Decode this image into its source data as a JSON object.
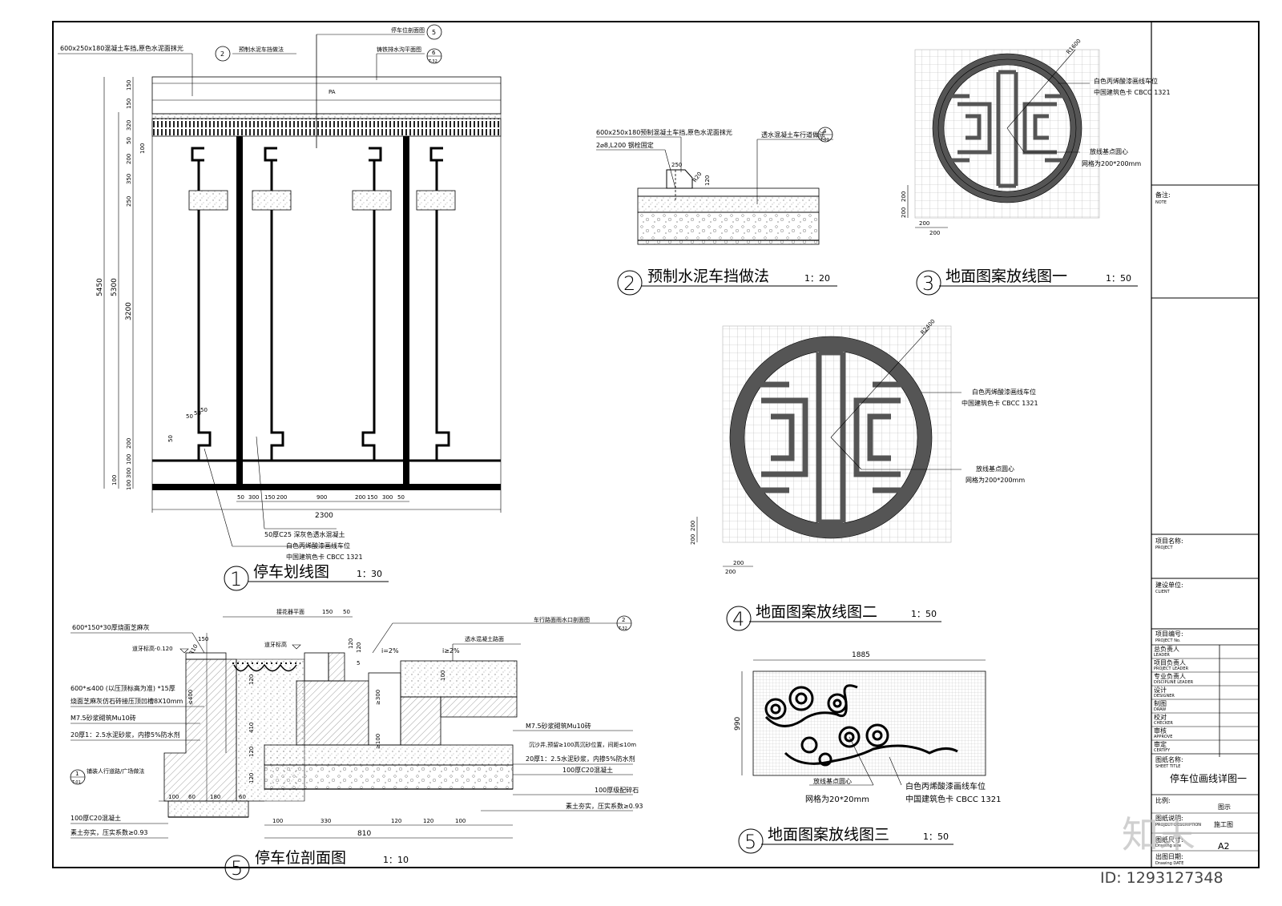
{
  "title_block": {
    "note_label": "备注:",
    "note_en": "NOTE",
    "project_name_label": "项目名称:",
    "project_name_en": "PROJECT",
    "client_label": "建设单位:",
    "client_en": "CLIENT",
    "project_no_label": "项目编号:",
    "project_no_en": "PROJECT No.",
    "rows": [
      {
        "cn": "总负责人",
        "en": "LEADER"
      },
      {
        "cn": "项目负责人",
        "en": "PROJECT LEADER"
      },
      {
        "cn": "专业负责人",
        "en": "DISCIPLINE LEADER"
      },
      {
        "cn": "设计",
        "en": "DESIGNER"
      },
      {
        "cn": "制图",
        "en": "DRAW"
      },
      {
        "cn": "校对",
        "en": "CHECKER"
      },
      {
        "cn": "审核",
        "en": "APPROVE"
      },
      {
        "cn": "审定",
        "en": "CERTIFY"
      }
    ],
    "sheet_title_label": "图纸名称:",
    "sheet_title_en": "SHEET TITLE",
    "sheet_title": "停车位画线详图一",
    "scale_label": "比例:",
    "scale_value": "图示",
    "desc_label": "图纸说明:",
    "desc_en": "PROJECT DESCRIPTION",
    "desc_value": "施工图",
    "size_label": "图纸尺寸:",
    "size_en": "Drawing size",
    "size_value": "A2",
    "date_label": "出图日期:",
    "date_en": "Drawing DATE"
  },
  "drawings": {
    "d1": {
      "num": "1",
      "title": "停车划线图",
      "scale": "1：30",
      "callout_top_left": "600x250x180混凝土车挡,原色水泥面抹光",
      "callout_2": "预制水泥车挡做法",
      "callout_5": "停车位剖面图",
      "callout_6": "铸铁排水沟平面图",
      "ref_6": "6",
      "ref_6_sheet": "T-32",
      "ref_2": "2",
      "ref_5": "5",
      "pa": "PA",
      "dims_vertical_total": "5450",
      "dims_vertical_main": "5300",
      "dims_vertical_inner": "3200",
      "dims_v_top": [
        "150",
        "150",
        "320",
        "50",
        "100",
        "200",
        "350",
        "250"
      ],
      "dims_v_bot": [
        "50",
        "50",
        "50",
        "200",
        "50",
        "100",
        "300",
        "100",
        "100"
      ],
      "dims_horizontal": [
        "50",
        "300",
        "150",
        "200",
        "900",
        "200",
        "150",
        "300",
        "50"
      ],
      "dim_total_w": "2300",
      "note_1": "50厚C25 深灰色透水混凝土",
      "note_2": "白色丙烯酸漆画线车位",
      "note_3": "中国建筑色卡 CBCC 1321"
    },
    "d2": {
      "num": "2",
      "title": "预制水泥车挡做法",
      "scale": "1：20",
      "note_1": "600x250x180预制混凝土车挡,原色水泥面抹光",
      "note_2": "2⌀8,L200 钢栓固定",
      "note_3": "透水混凝土车行道做法",
      "ref_4": "4",
      "ref_4_sheet": "T-01",
      "dims": [
        "250",
        "120",
        "R20"
      ]
    },
    "d3": {
      "num": "3",
      "title": "地面图案放线图一",
      "scale": "1：50",
      "radius": "R1600",
      "note_1": "白色丙烯酸漆画线车位",
      "note_2": "中国建筑色卡 CBCC 1321",
      "note_3": "放线基点圆心",
      "note_4": "网格为200*200mm",
      "dims": [
        "200",
        "200",
        "200",
        "200"
      ]
    },
    "d4": {
      "num": "4",
      "title": "地面图案放线图二",
      "scale": "1：50",
      "radius": "R2400",
      "note_1": "白色丙烯酸漆画线车位",
      "note_2": "中国建筑色卡 CBCC 1321",
      "note_3": "放线基点圆心",
      "note_4": "网格为200*200mm",
      "dims": [
        "200",
        "200",
        "200",
        "200"
      ]
    },
    "d5a": {
      "num": "5",
      "title": "地面图案放线图三",
      "scale": "1：50",
      "width": "1885",
      "height": "990",
      "note_1": "放线基点圆心",
      "note_2": "网格为20*20mm",
      "note_3": "白色丙烯酸漆画线车位",
      "note_4": "中国建筑色卡 CBCC 1321"
    },
    "d5b": {
      "num": "5",
      "title": "停车位剖面图",
      "scale": "1：10",
      "top_label": "接花器平面",
      "top_dims": [
        "150",
        "50"
      ],
      "ref_2": "2",
      "ref_2_sheet": "T-32",
      "ref_2_note": "车行路面雨水口剖面图",
      "note_curb": "600*150*30厚烧面芝麻灰",
      "note_road": "透水混凝土路面",
      "level_1": "道牙标高-0.120",
      "level_2": "道牙标高",
      "slope_1": "i=2%",
      "slope_2": "i≥2%",
      "left_notes": [
        "600*≤400 (以压顶标高为准) *15厚",
        "烧面芝麻灰仿石砖接压顶凹槽8X10mm",
        "M7.5砂浆砌筑Mu10砖",
        "20厚1：2.5水泥砂浆，内掺5%防水剂"
      ],
      "right_notes": [
        "M7.5砂浆砌筑Mu10砖",
        "沉沙井,预留≥100高沉砂位置，间距≤10m",
        "20厚1：2.5水泥砂浆，内掺5%防水剂",
        "100厚C20混凝土",
        "100厚级配碎石",
        "素土夯实，压实系数≥0.93"
      ],
      "ref_1": "1",
      "ref_1_sheet": "T-01",
      "ref_1_note": "铺装人行道路/广场做法",
      "bottom_notes": [
        "100厚C20混凝土",
        "素土夯实，压实系数≥0.93"
      ],
      "dims_v": [
        "150",
        "120",
        "≤400",
        "410",
        "120",
        "≥300",
        "≥100",
        "100",
        "120",
        "120"
      ],
      "dims_h_small": [
        "100",
        "60",
        "180",
        "60"
      ],
      "dims_h": [
        "100",
        "330",
        "120",
        "120",
        "100"
      ],
      "dim_total": "810",
      "r": "R10",
      "i_label": "5",
      "d_label": "120"
    }
  },
  "watermark": {
    "id": "ID: 1293127348",
    "brand": "知末"
  },
  "colors": {
    "line": "#000000",
    "hatch": "#9a9a9a",
    "grid": "#b4b4b4",
    "ring": "#555555",
    "watermark": "#c9c9c9"
  },
  "icons": [
    "section-ref-circle-icon",
    "dragon-pattern-icon",
    "cloud-pattern-icon"
  ]
}
